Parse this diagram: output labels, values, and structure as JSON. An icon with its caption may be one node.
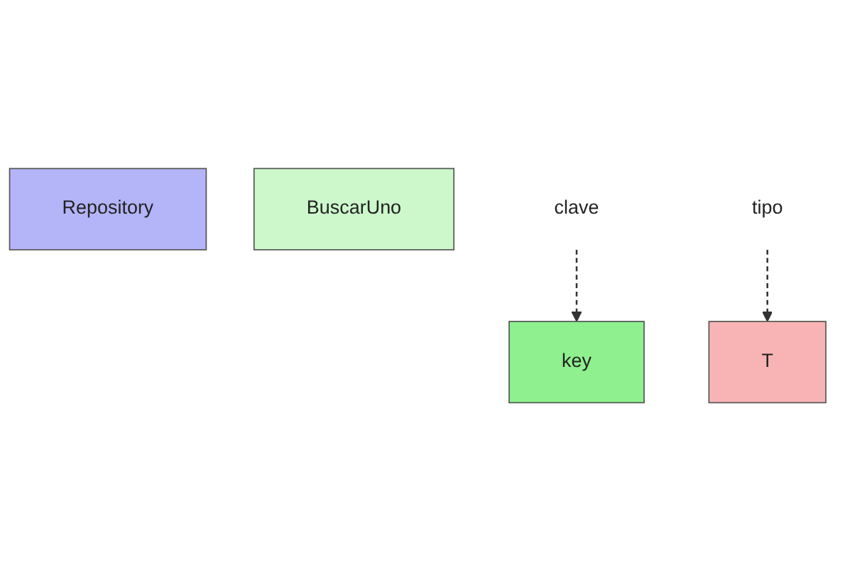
{
  "diagram": {
    "nodes": [
      {
        "text": [
          "Repository"
        ]
      },
      {
        "text": [
          "T"
        ]
      },
      {
        "text": [
          "BuscarUno"
        ]
      },
      {
        "text": [
          "key"
        ]
      },
      {
        "text": [
          "clave"
        ]
      },
      {
        "text": [
          "tipo"
        ]
      }
    ],
    "edges": [
      {
        "from": 4,
        "to": 3,
        "arrow": "to",
        "style": "dashed"
      },
      {
        "from": 5,
        "to": 1,
        "arrow": "to",
        "style": "dashed"
      }
    ]
  }
}
